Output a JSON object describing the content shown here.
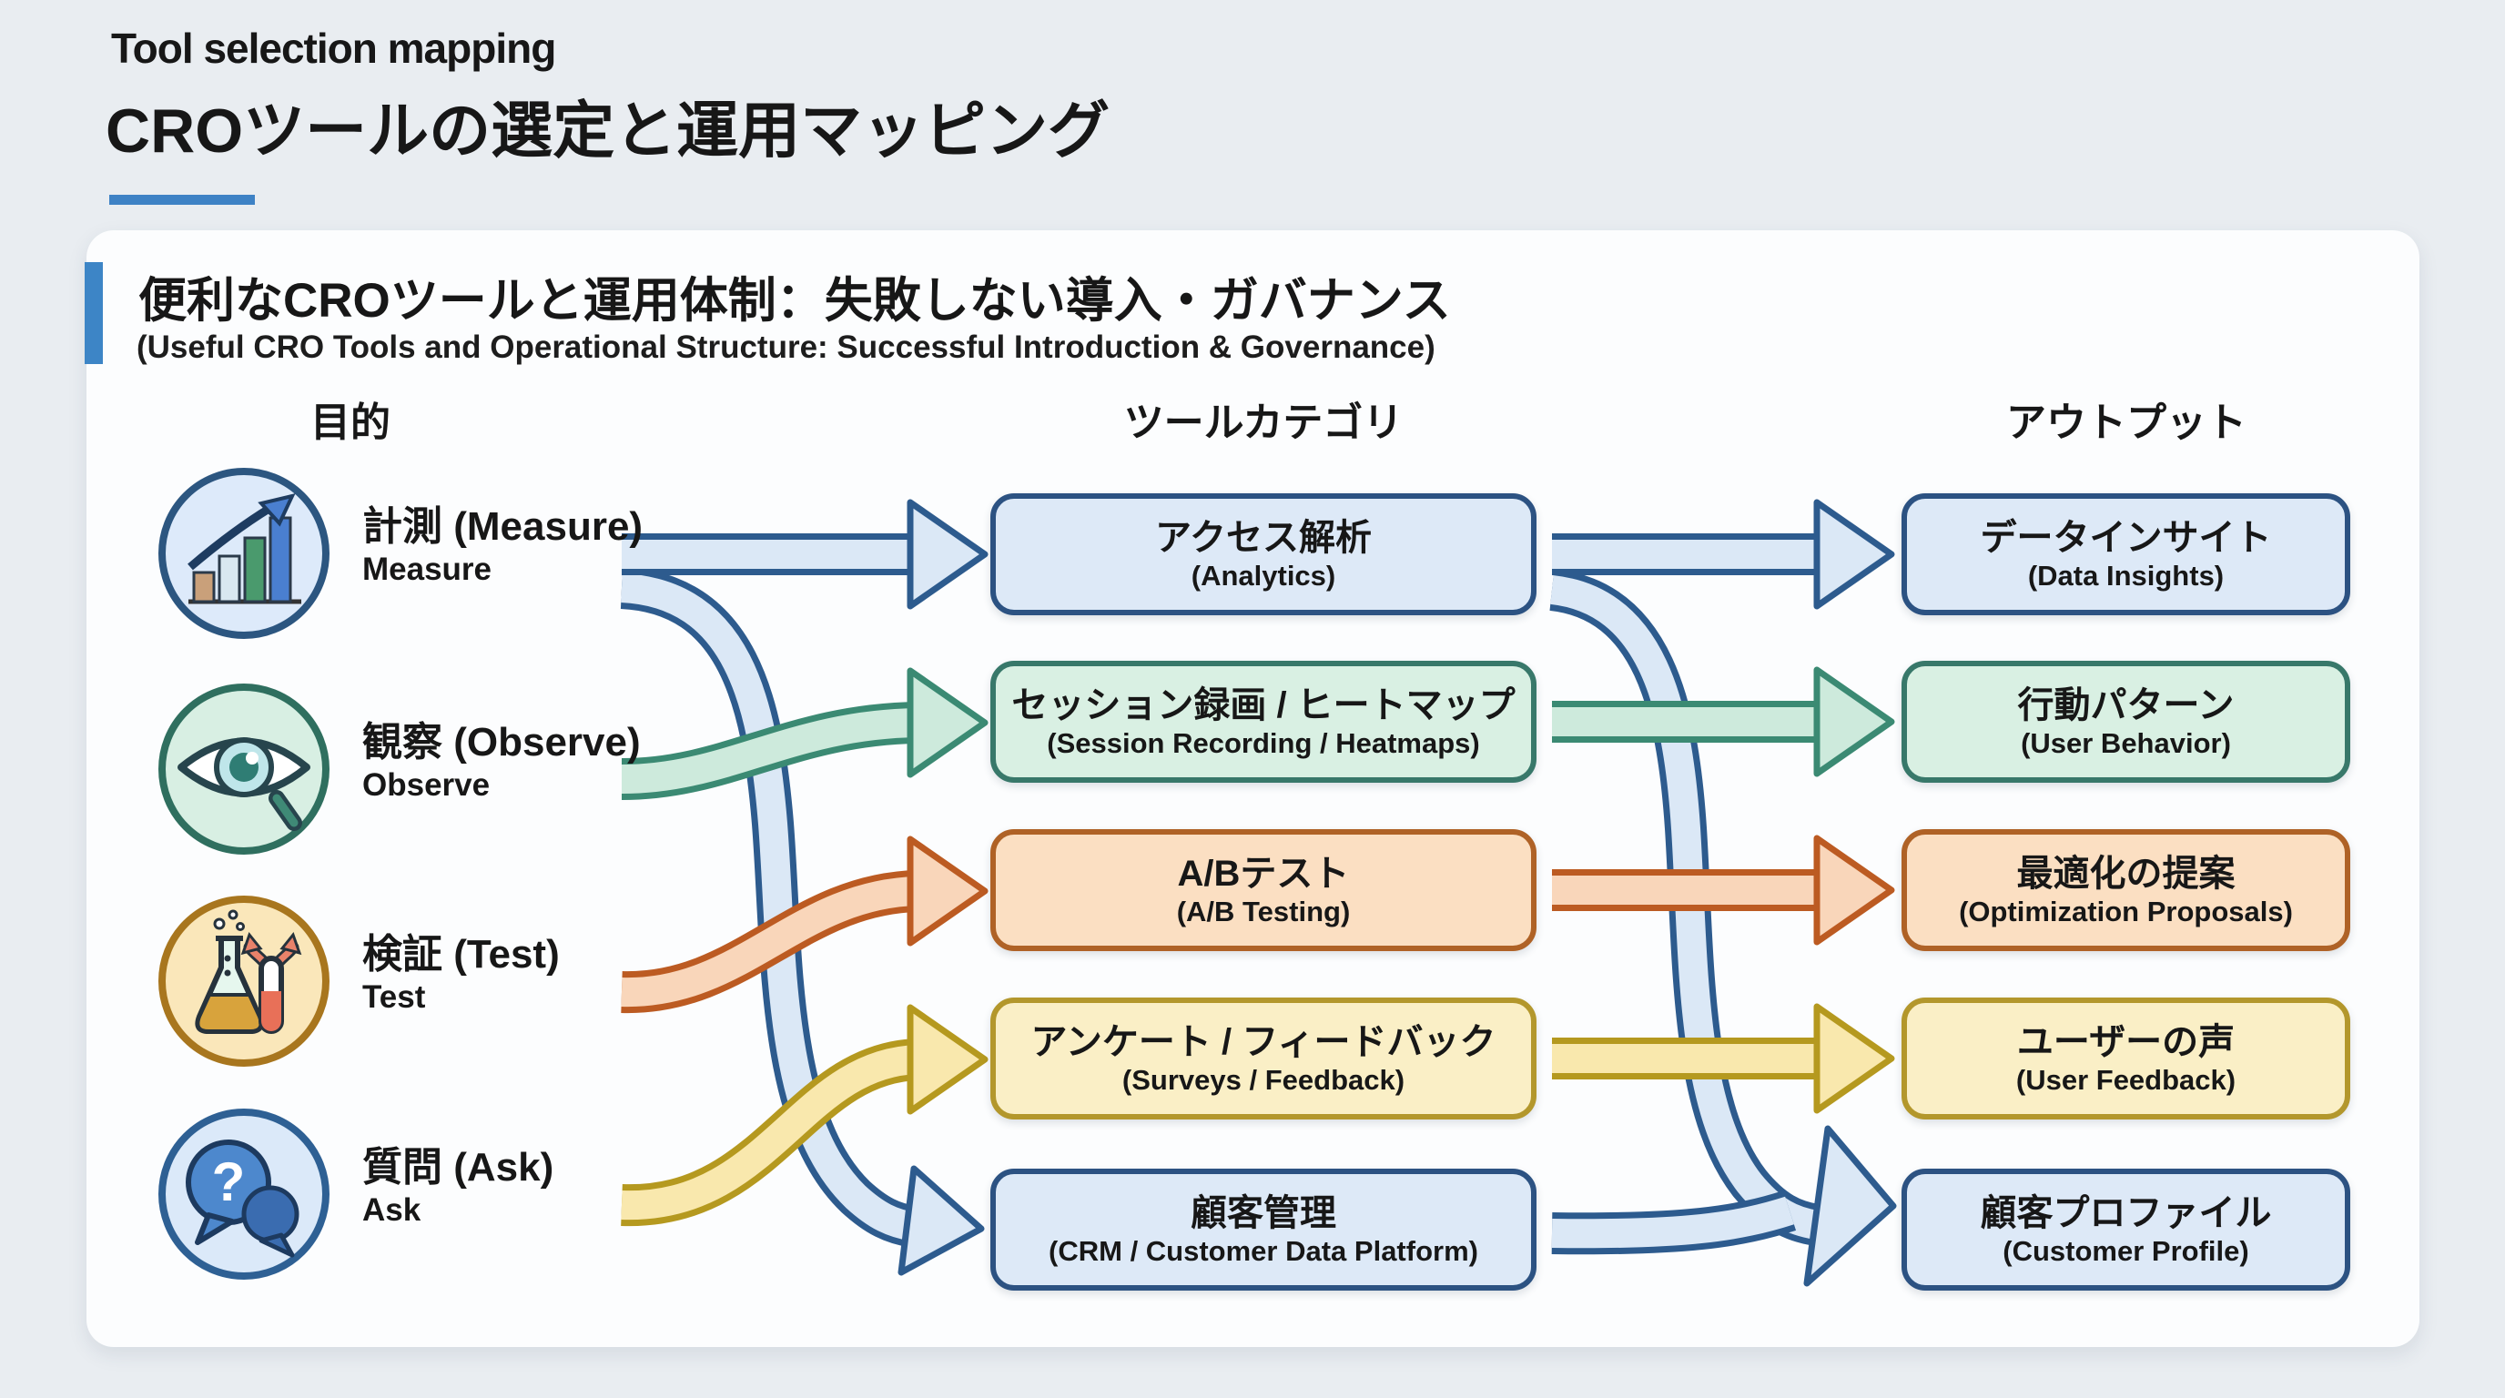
{
  "page": {
    "title_en": "Tool selection mapping",
    "title_ja": "CROツールの選定と運用マッピング"
  },
  "card": {
    "heading_ja": "便利なCROツールと運用体制：失敗しない導入・ガバナンス",
    "heading_en": "(Useful CRO Tools and Operational Structure: Successful Introduction & Governance)",
    "columns": {
      "purpose": "目的",
      "tools": "ツールカテゴリ",
      "output": "アウトプット"
    }
  },
  "purposes": [
    {
      "ja": "計測 (Measure)",
      "en": "Measure",
      "icon": "bar-chart-growth-icon",
      "color": "blue"
    },
    {
      "ja": "観察 (Observe)",
      "en": "Observe",
      "icon": "eye-magnifier-icon",
      "color": "green"
    },
    {
      "ja": "検証 (Test)",
      "en": "Test",
      "icon": "flask-test-icon",
      "color": "amber"
    },
    {
      "ja": "質問 (Ask)",
      "en": "Ask",
      "icon": "question-bubbles-icon",
      "color": "blue"
    }
  ],
  "tools": [
    {
      "ja": "アクセス解析",
      "en": "(Analytics)",
      "color": "blue"
    },
    {
      "ja": "セッション録画 / ヒートマップ",
      "en": "(Session Recording / Heatmaps)",
      "color": "green"
    },
    {
      "ja": "A/Bテスト",
      "en": "(A/B Testing)",
      "color": "orange"
    },
    {
      "ja": "アンケート / フィードバック",
      "en": "(Surveys / Feedback)",
      "color": "yellow"
    },
    {
      "ja": "顧客管理",
      "en": "(CRM / Customer Data Platform)",
      "color": "blue"
    }
  ],
  "outputs": [
    {
      "ja": "データインサイト",
      "en": "(Data Insights)",
      "color": "blue"
    },
    {
      "ja": "行動パターン",
      "en": "(User Behavior)",
      "color": "green"
    },
    {
      "ja": "最適化の提案",
      "en": "(Optimization Proposals)",
      "color": "orange"
    },
    {
      "ja": "ユーザーの声",
      "en": "(User Feedback)",
      "color": "yellow"
    },
    {
      "ja": "顧客プロファイル",
      "en": "(Customer Profile)",
      "color": "blue"
    }
  ],
  "connections": {
    "purpose_to_tool": [
      {
        "from": "計測 (Measure)",
        "to": "アクセス解析",
        "color": "blue",
        "shape": "straight"
      },
      {
        "from": "計測 (Measure)",
        "to": "顧客管理",
        "color": "blue",
        "shape": "curve-down"
      },
      {
        "from": "観察 (Observe)",
        "to": "セッション録画 / ヒートマップ",
        "color": "green",
        "shape": "s-curve"
      },
      {
        "from": "検証 (Test)",
        "to": "A/Bテスト",
        "color": "orange",
        "shape": "s-curve"
      },
      {
        "from": "質問 (Ask)",
        "to": "アンケート / フィードバック",
        "color": "yellow",
        "shape": "s-curve"
      }
    ],
    "tool_to_output": [
      {
        "from": "アクセス解析",
        "to": "データインサイト",
        "color": "blue",
        "shape": "straight"
      },
      {
        "from": "アクセス解析",
        "to": "顧客プロファイル",
        "color": "blue",
        "shape": "curve-down"
      },
      {
        "from": "セッション録画 / ヒートマップ",
        "to": "行動パターン",
        "color": "green",
        "shape": "straight"
      },
      {
        "from": "A/Bテスト",
        "to": "最適化の提案",
        "color": "orange",
        "shape": "straight"
      },
      {
        "from": "アンケート / フィードバック",
        "to": "ユーザーの声",
        "color": "yellow",
        "shape": "straight"
      },
      {
        "from": "顧客管理",
        "to": "顧客プロファイル",
        "color": "blue",
        "shape": "straight-merge"
      }
    ]
  },
  "palette": {
    "background": "#e9edf1",
    "card": "#fcfdfe",
    "accent": "#3d85c6",
    "text": "#171717",
    "blue_fill": "#dde9f7",
    "blue_border": "#2c5282",
    "blue_arrow_fill": "#dbe8f6",
    "blue_arrow_border": "#2d5b8e",
    "green_fill": "#d9f0e3",
    "green_border": "#38786a",
    "orange_fill": "#fbdfc2",
    "orange_border": "#af6226",
    "yellow_fill": "#faefc6",
    "yellow_border": "#b3972c"
  }
}
